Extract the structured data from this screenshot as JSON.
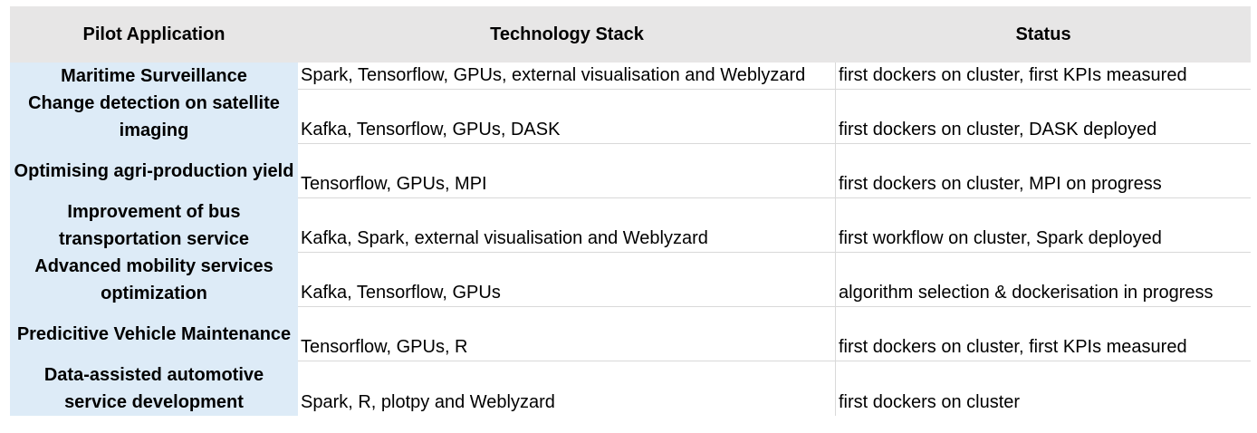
{
  "header": {
    "app": "Pilot Application",
    "tech": "Technology Stack",
    "status": "Status"
  },
  "rows": [
    {
      "app": "Maritime Surveillance",
      "tech": "Spark, Tensorflow, GPUs, external visualisation and Weblyzard",
      "status": "first dockers on cluster, first KPIs measured"
    },
    {
      "app": "Change detection on satellite imaging",
      "tech": "Kafka, Tensorflow, GPUs, DASK",
      "status": "first dockers on cluster, DASK deployed"
    },
    {
      "app": "Optimising agri-production yield",
      "tech": "Tensorflow, GPUs, MPI",
      "status": "first dockers on cluster, MPI on progress"
    },
    {
      "app": "Improvement of bus transportation service",
      "tech": "Kafka, Spark,  external visualisation and Weblyzard",
      "status": "first workflow on cluster, Spark deployed"
    },
    {
      "app": "Advanced mobility services optimization",
      "tech": "Kafka, Tensorflow, GPUs",
      "status": "algorithm selection & dockerisation in progress"
    },
    {
      "app": "Predicitive Vehicle Maintenance",
      "tech": "Tensorflow, GPUs, R",
      "status": "first dockers on cluster, first KPIs measured"
    },
    {
      "app": "Data-assisted automotive service development",
      "tech": "Spark, R, plotpy and Weblyzard",
      "status": "first dockers on cluster"
    }
  ]
}
